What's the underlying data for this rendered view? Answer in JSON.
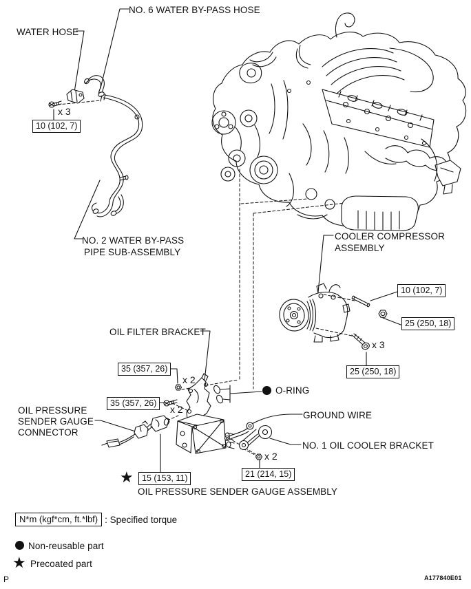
{
  "page": {
    "background": "#ffffff",
    "line_color": "#111111",
    "footer_left": "P",
    "figure_code": "A177840E01"
  },
  "labels": {
    "no6_water_bypass_hose": "NO. 6 WATER BY-PASS HOSE",
    "water_hose": "WATER HOSE",
    "no2_water_bypass_pipe_line1": "NO. 2 WATER BY-PASS",
    "no2_water_bypass_pipe_line2": "PIPE SUB-ASSEMBLY",
    "cooler_compressor_line1": "COOLER COMPRESSOR",
    "cooler_compressor_line2": "ASSEMBLY",
    "oil_filter_bracket": "OIL FILTER BRACKET",
    "o_ring": "O-RING",
    "oil_pressure_connector_line1": "OIL PRESSURE",
    "oil_pressure_connector_line2": "SENDER GAUGE",
    "oil_pressure_connector_line3": "CONNECTOR",
    "ground_wire": "GROUND WIRE",
    "no1_oil_cooler_bracket": "NO. 1 OIL COOLER BRACKET",
    "oil_pressure_sender_gauge_assembly": "OIL PRESSURE SENDER GAUGE ASSEMBLY"
  },
  "torques": {
    "t10": "10 (102, 7)",
    "t25": "25 (250, 18)",
    "t35": "35 (357, 26)",
    "t21": "21 (214, 15)",
    "t15": "15 (153, 11)"
  },
  "multipliers": {
    "x3": "x 3",
    "x2": "x 2"
  },
  "legend": {
    "torque_box": "N*m (kgf*cm, ft.*lbf)",
    "torque_caption": ": Specified torque",
    "non_reusable": "Non-reusable part",
    "precoated": "Precoated part"
  }
}
